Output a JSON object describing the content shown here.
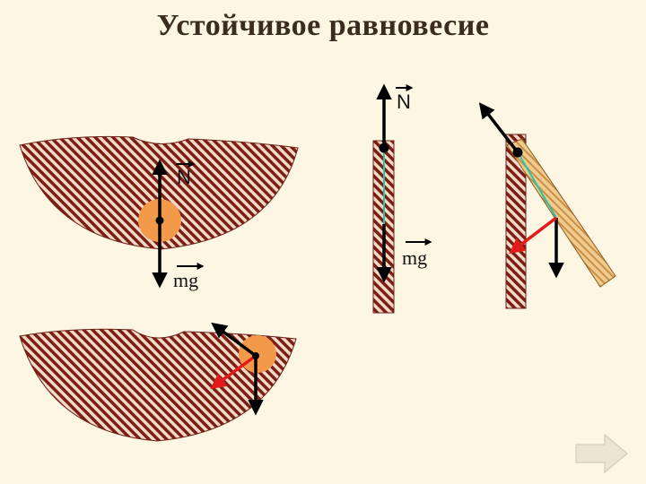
{
  "slide": {
    "title": "Устойчивое равновесие"
  },
  "diagrams": {
    "bowl_top": {
      "normal_label": "N",
      "weight_label": "mg"
    },
    "rod_vertical": {
      "normal_label": "N",
      "weight_label": "mg"
    }
  },
  "navigation": {
    "next_icon": "arrow-right-icon"
  },
  "colors": {
    "background": "#fcf6e3",
    "hatch_dark": "#7a1f14",
    "hatch_light": "#f3d9c8",
    "ball": "#f39a4a",
    "plank": "#e9b873",
    "force_black": "#000000",
    "force_red": "#e41a1a",
    "thread_cyan": "#27c3a6",
    "nav_button": "#ece3d0"
  }
}
